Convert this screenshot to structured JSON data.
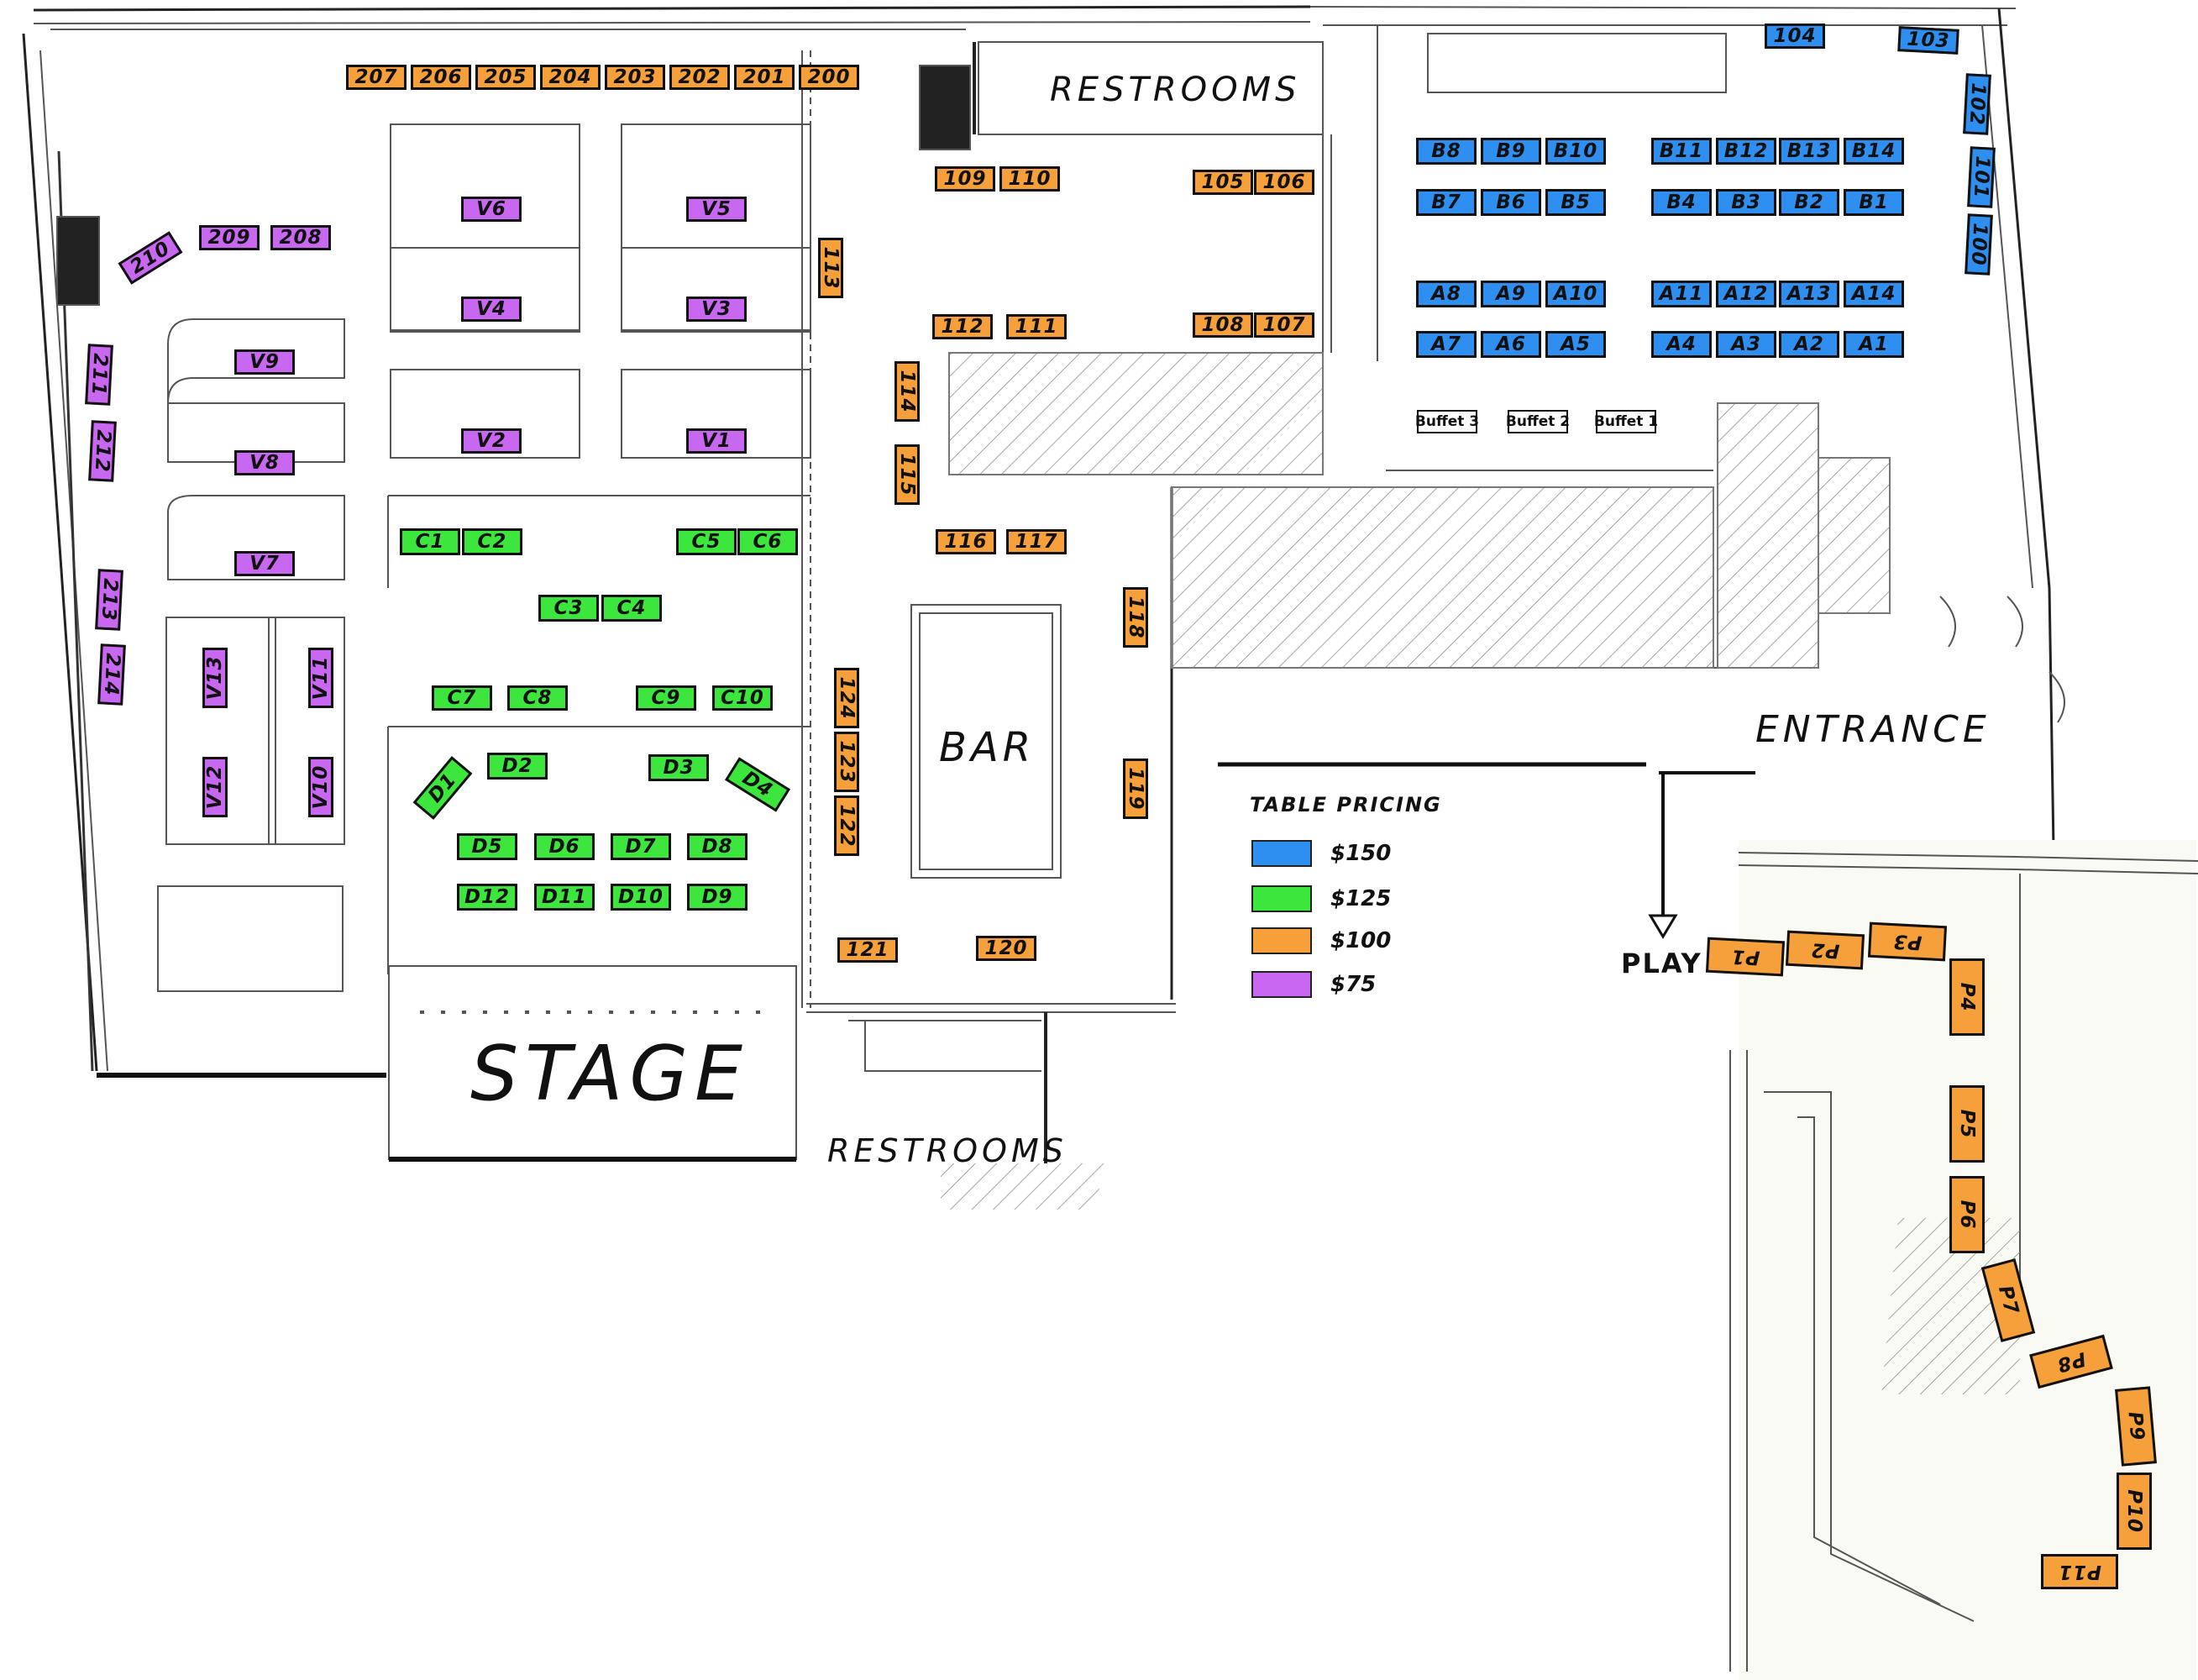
{
  "labels": {
    "restrooms_top": "RESTROOMS",
    "restrooms_bottom": "RESTROOMS",
    "bar": "BAR",
    "stage": "STAGE",
    "entrance": "ENTRANCE",
    "play": "PLAY"
  },
  "legend": {
    "title": "TABLE PRICING",
    "items": [
      {
        "price": "$150",
        "color": "#2f8ff0"
      },
      {
        "price": "$125",
        "color": "#3de63d"
      },
      {
        "price": "$100",
        "color": "#f5a03a"
      },
      {
        "price": "$75",
        "color": "#c868f0"
      }
    ]
  },
  "tables": {
    "blue": [
      "104",
      "103",
      "102",
      "101",
      "100",
      "B8",
      "B9",
      "B10",
      "B11",
      "B12",
      "B13",
      "B14",
      "B7",
      "B6",
      "B5",
      "B4",
      "B3",
      "B2",
      "B1",
      "A8",
      "A9",
      "A10",
      "A11",
      "A12",
      "A13",
      "A14",
      "A7",
      "A6",
      "A5",
      "A4",
      "A3",
      "A2",
      "A1"
    ],
    "green": [
      "C1",
      "C2",
      "C5",
      "C6",
      "C3",
      "C4",
      "C7",
      "C8",
      "C9",
      "C10",
      "D1",
      "D2",
      "D3",
      "D4",
      "D5",
      "D6",
      "D7",
      "D8",
      "D12",
      "D11",
      "D10",
      "D9"
    ],
    "orange": [
      "207",
      "206",
      "205",
      "204",
      "203",
      "202",
      "201",
      "200",
      "109",
      "110",
      "105",
      "106",
      "113",
      "112",
      "111",
      "108",
      "107",
      "114",
      "115",
      "116",
      "117",
      "118",
      "124",
      "123",
      "122",
      "119",
      "121",
      "120",
      "P1",
      "P2",
      "P3",
      "P4",
      "P5",
      "P6",
      "P7",
      "P8",
      "P9",
      "P10",
      "P11"
    ],
    "purple": [
      "209",
      "208",
      "210",
      "211",
      "212",
      "213",
      "214",
      "V6",
      "V5",
      "V4",
      "V3",
      "V9",
      "V2",
      "V1",
      "V8",
      "V7",
      "V13",
      "V11",
      "V12",
      "V10"
    ]
  },
  "buffets": [
    "Buffet 3",
    "Buffet 2",
    "Buffet 1"
  ]
}
